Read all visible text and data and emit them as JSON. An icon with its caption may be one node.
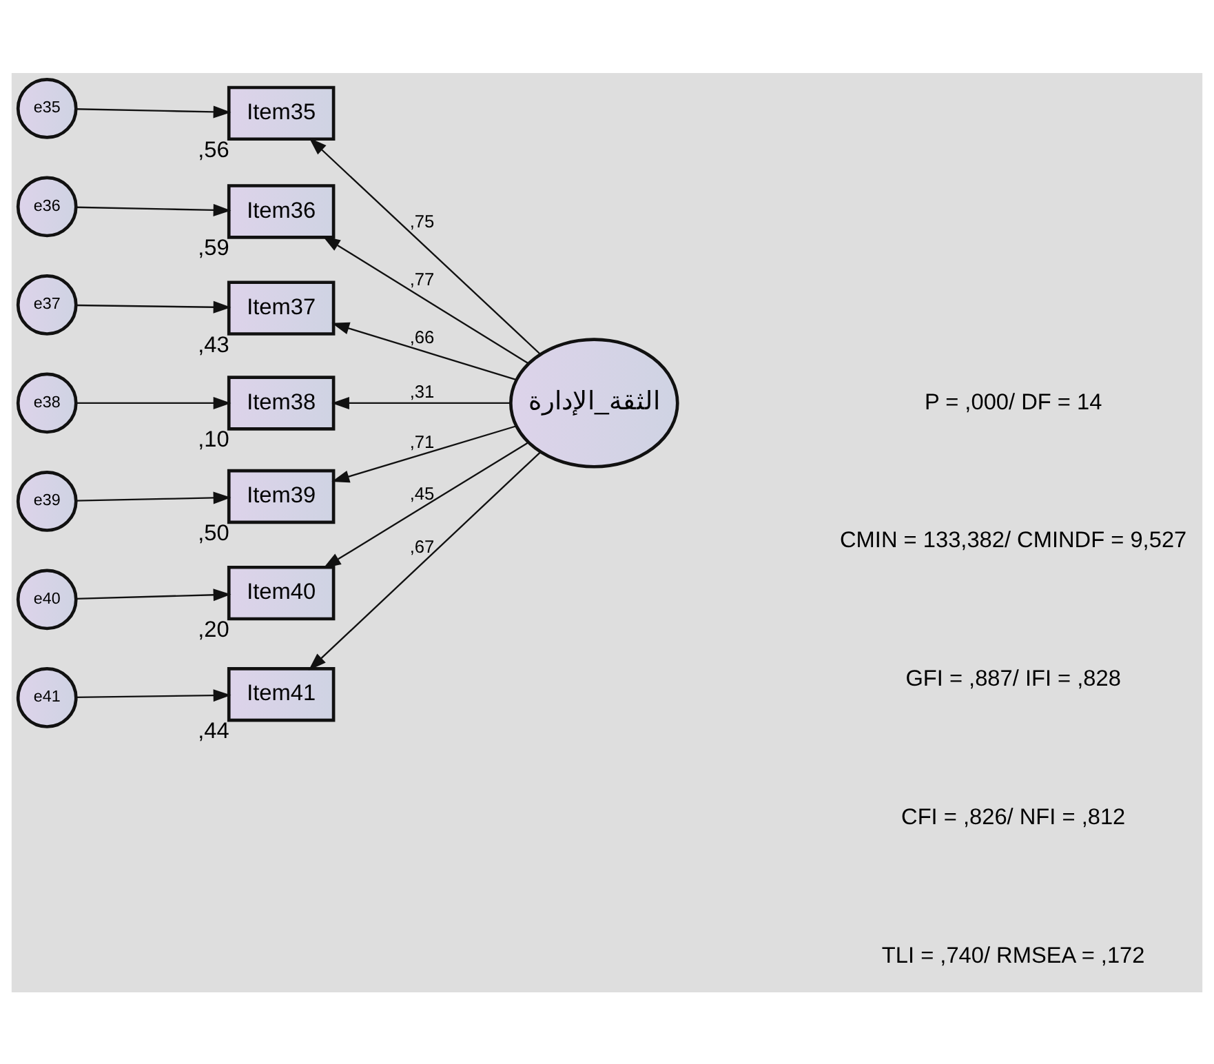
{
  "diagram": {
    "nodes": [
      {
        "text": [
          "e35"
        ]
      },
      {
        "text": [
          "Item35"
        ],
        "beside": [
          ",56"
        ]
      },
      {
        "text": [
          "e36"
        ]
      },
      {
        "text": [
          "Item36"
        ],
        "beside": [
          ",59"
        ]
      },
      {
        "text": [
          "e37"
        ]
      },
      {
        "text": [
          "Item37"
        ],
        "beside": [
          ",43"
        ]
      },
      {
        "text": [
          "e38"
        ]
      },
      {
        "text": [
          "Item38"
        ],
        "beside": [
          ",10"
        ]
      },
      {
        "text": [
          "e39"
        ]
      },
      {
        "text": [
          "Item39"
        ],
        "beside": [
          ",50"
        ]
      },
      {
        "text": [
          "e40"
        ]
      },
      {
        "text": [
          "Item40"
        ],
        "beside": [
          ",20"
        ]
      },
      {
        "text": [
          "e41"
        ]
      },
      {
        "text": [
          "Item41"
        ],
        "beside": [
          ",44"
        ]
      },
      {
        "text": [
          "الثقة_الإدارة"
        ]
      }
    ],
    "edges": [
      {
        "from": 0,
        "to": 1,
        "arrow": "to"
      },
      {
        "from": 2,
        "to": 3,
        "arrow": "to"
      },
      {
        "from": 4,
        "to": 5,
        "arrow": "to"
      },
      {
        "from": 6,
        "to": 7,
        "arrow": "to"
      },
      {
        "from": 8,
        "to": 9,
        "arrow": "to"
      },
      {
        "from": 10,
        "to": 11,
        "arrow": "to"
      },
      {
        "from": 12,
        "to": 13,
        "arrow": "to"
      },
      {
        "from": 14,
        "to": 1,
        "arrow": "to",
        "label": ",75"
      },
      {
        "from": 14,
        "to": 3,
        "arrow": "to",
        "label": ",77"
      },
      {
        "from": 14,
        "to": 5,
        "arrow": "to",
        "label": ",66"
      },
      {
        "from": 14,
        "to": 7,
        "arrow": "to",
        "label": ",31"
      },
      {
        "from": 14,
        "to": 9,
        "arrow": "to",
        "label": ",71"
      },
      {
        "from": 14,
        "to": 11,
        "arrow": "to",
        "label": ",45"
      },
      {
        "from": 14,
        "to": 13,
        "arrow": "to",
        "label": ",67"
      }
    ],
    "labels": [
      "P = ,000/ DF = 14",
      "CMIN = 133,382/ CMINDF = 9,527",
      "GFI = ,887/ IFI = ,828",
      "CFI = ,826/ NFI = ,812",
      "TLI = ,740/ RMSEA = ,172"
    ]
  }
}
